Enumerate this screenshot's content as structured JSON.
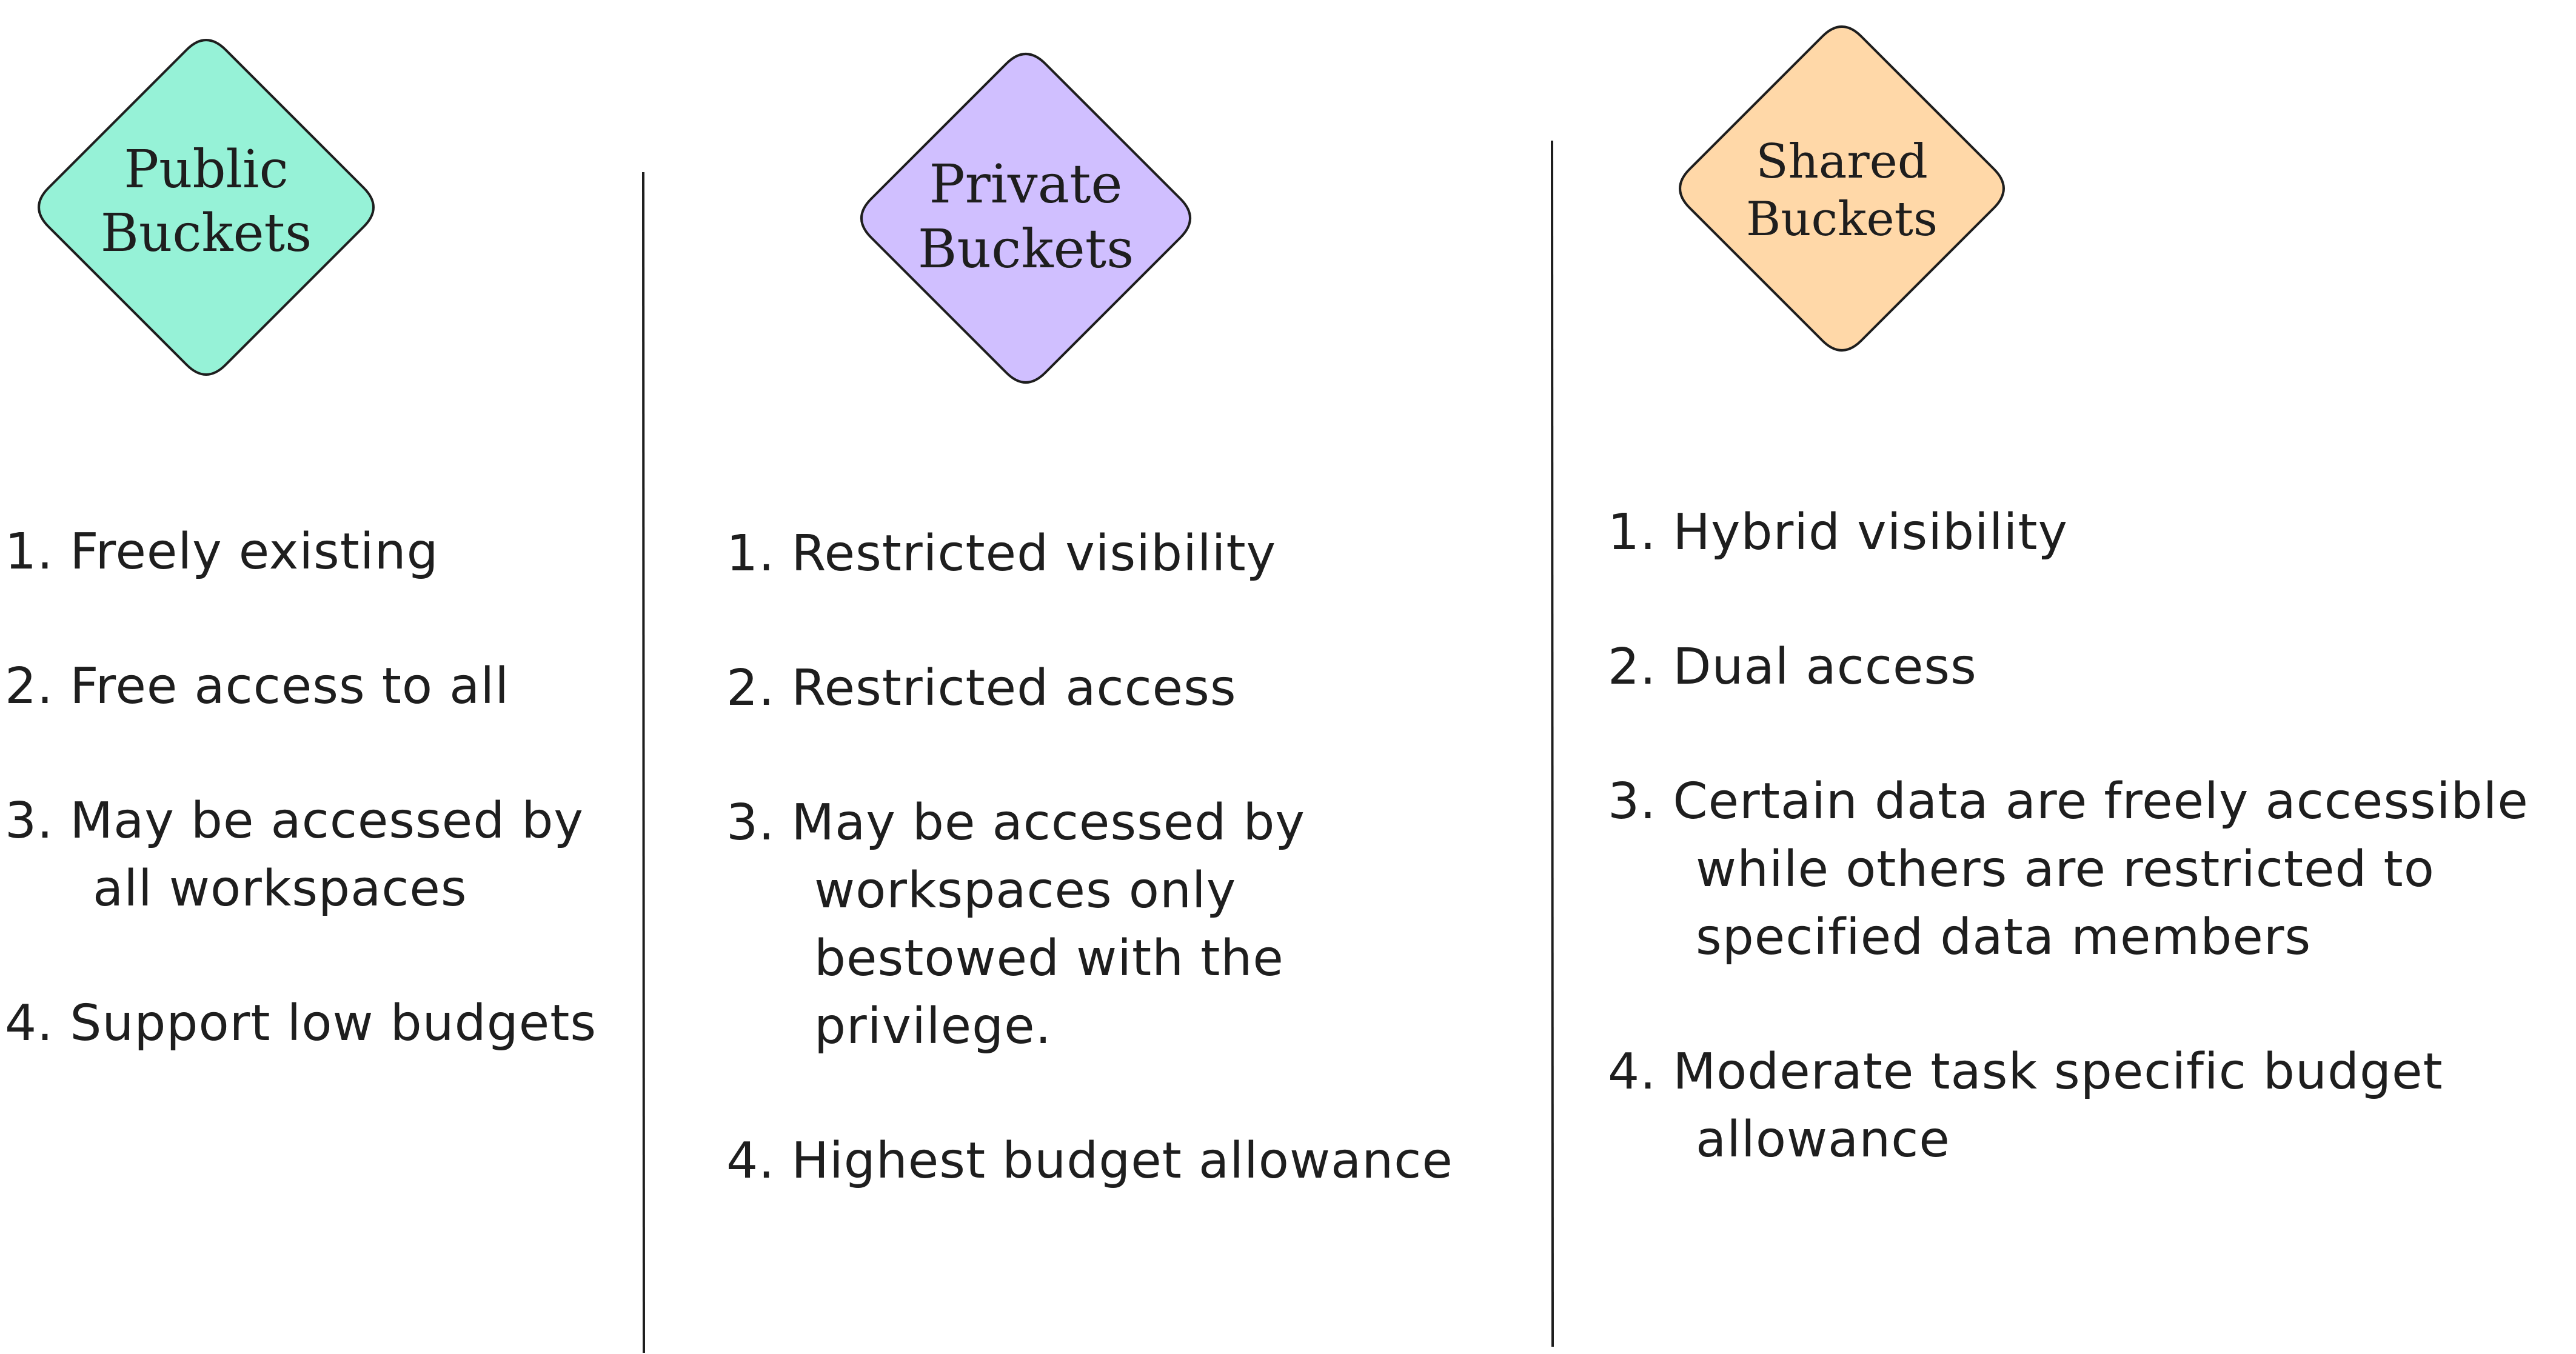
{
  "colors": {
    "public_fill": "#96f2d7",
    "private_fill": "#d0bfff",
    "shared_fill": "#ffd8a8",
    "stroke": "#1e1e1e"
  },
  "columns": [
    {
      "title_line1": "Public",
      "title_line2": "Buckets",
      "items": [
        {
          "num": "1.",
          "line1": "Freely existing",
          "line2": "",
          "line3": "",
          "line4": ""
        },
        {
          "num": "2.",
          "line1": "Free access to all",
          "line2": "",
          "line3": "",
          "line4": ""
        },
        {
          "num": "3.",
          "line1": "May be accessed by",
          "line2": "all workspaces",
          "line3": "",
          "line4": ""
        },
        {
          "num": "4.",
          "line1": "Support low budgets",
          "line2": "",
          "line3": "",
          "line4": ""
        }
      ]
    },
    {
      "title_line1": "Private",
      "title_line2": "Buckets",
      "items": [
        {
          "num": "1.",
          "line1": "Restricted visibility",
          "line2": "",
          "line3": "",
          "line4": ""
        },
        {
          "num": "2.",
          "line1": "Restricted access",
          "line2": "",
          "line3": "",
          "line4": ""
        },
        {
          "num": "3.",
          "line1": "May be accessed by",
          "line2": "workspaces only",
          "line3": "bestowed with the",
          "line4": "privilege."
        },
        {
          "num": "4.",
          "line1": "Highest budget allowance",
          "line2": "",
          "line3": "",
          "line4": ""
        }
      ]
    },
    {
      "title_line1": "Shared",
      "title_line2": "Buckets",
      "items": [
        {
          "num": "1.",
          "line1": "Hybrid visibility",
          "line2": "",
          "line3": "",
          "line4": ""
        },
        {
          "num": "2.",
          "line1": "Dual access",
          "line2": "",
          "line3": "",
          "line4": ""
        },
        {
          "num": "3.",
          "line1": "Certain data are freely accessible",
          "line2": "while others are restricted to",
          "line3": "specified data members",
          "line4": ""
        },
        {
          "num": "4.",
          "line1": "Moderate task specific budget",
          "line2": "allowance",
          "line3": "",
          "line4": ""
        }
      ]
    }
  ]
}
